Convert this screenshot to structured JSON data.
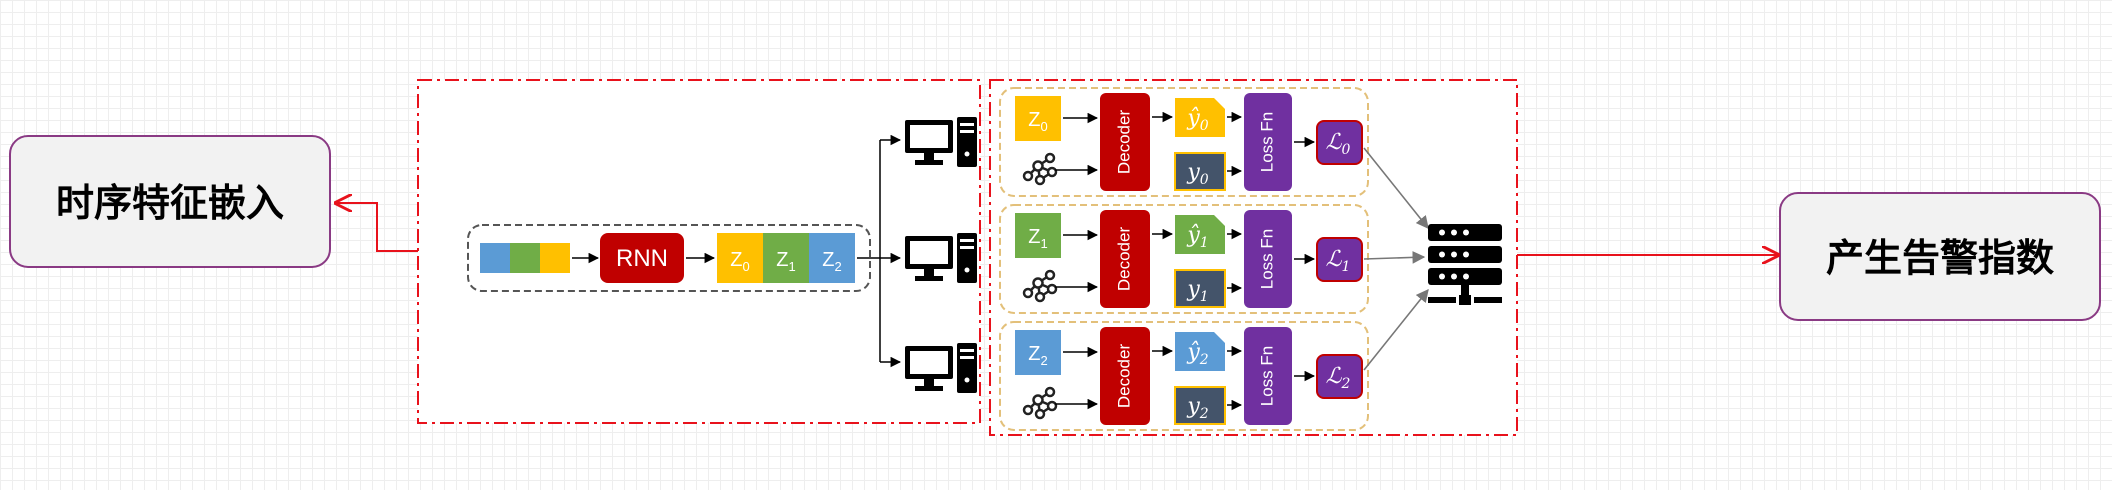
{
  "left_label": "时序特征嵌入",
  "right_label": "产生告警指数",
  "rnn_label": "RNN",
  "decoder_label": "Decoder",
  "lossfn_label": "Loss Fn",
  "latent_labels": [
    {
      "base": "Z",
      "sub": "0"
    },
    {
      "base": "Z",
      "sub": "1"
    },
    {
      "base": "Z",
      "sub": "2"
    }
  ],
  "branches": [
    {
      "z_base": "Z",
      "z_sub": "0",
      "yhat_base": "ŷ",
      "yhat_sub": "0",
      "y_base": "y",
      "y_sub": "0",
      "loss_base": "ℒ",
      "loss_sub": "0"
    },
    {
      "z_base": "Z",
      "z_sub": "1",
      "yhat_base": "ŷ",
      "yhat_sub": "1",
      "y_base": "y",
      "y_sub": "1",
      "loss_base": "ℒ",
      "loss_sub": "1"
    },
    {
      "z_base": "Z",
      "z_sub": "2",
      "yhat_base": "ŷ",
      "yhat_sub": "2",
      "y_base": "y",
      "y_sub": "2",
      "loss_base": "ℒ",
      "loss_sub": "2"
    }
  ],
  "colors": {
    "orange": "#ffc000",
    "green": "#70ad47",
    "blue": "#5b9bd5",
    "red_block": "#c00000",
    "purple": "#7030a0",
    "dark_slate": "#44546a",
    "boundary_red": "#e8121c",
    "group_border": "#e3c07a"
  }
}
